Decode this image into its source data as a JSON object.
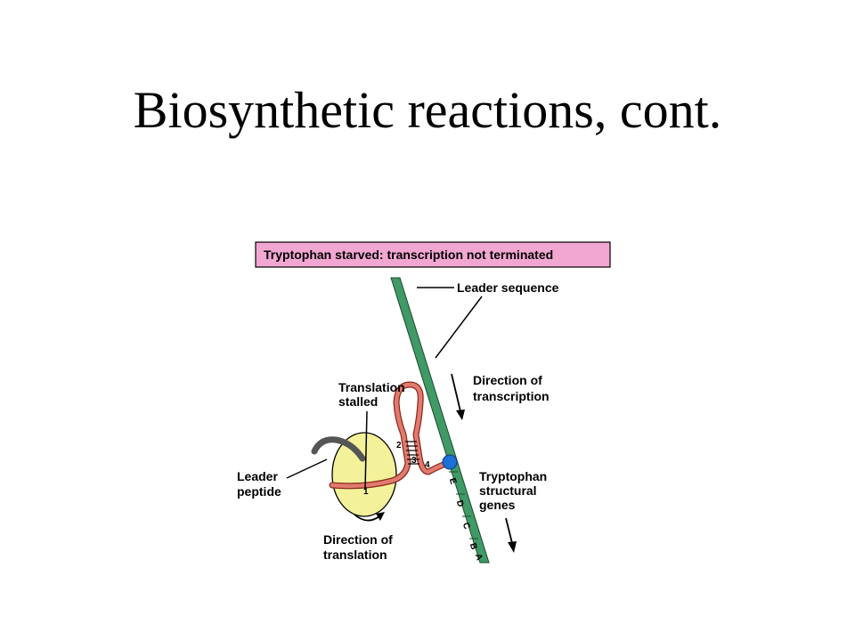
{
  "slide": {
    "title": "Biosynthetic reactions, cont."
  },
  "diagram": {
    "banner": "Tryptophan starved:  transcription not terminated",
    "labels": {
      "leader_sequence": "Leader sequence",
      "direction_transcription_line1": "Direction of",
      "direction_transcription_line2": "transcription",
      "translation_stalled_line1": "Translation",
      "translation_stalled_line2": "stalled",
      "leader_peptide_line1": "Leader",
      "leader_peptide_line2": "peptide",
      "tryptophan_genes_line1": "Tryptophan",
      "tryptophan_genes_line2": "structural",
      "tryptophan_genes_line3": "genes",
      "direction_translation_line1": "Direction of",
      "direction_translation_line2": "translation"
    },
    "stem_regions": [
      "1",
      "2",
      "3",
      "4"
    ],
    "genes": [
      "E",
      "D",
      "C",
      "B",
      "A"
    ],
    "colors": {
      "banner_fill": "#f2a6d2",
      "dna_strand": "#3f9a65",
      "ribosome": "#f3f19a",
      "mrna": "#e37a6e",
      "polymerase": "#1f6fd6",
      "peptide": "#555555"
    }
  }
}
